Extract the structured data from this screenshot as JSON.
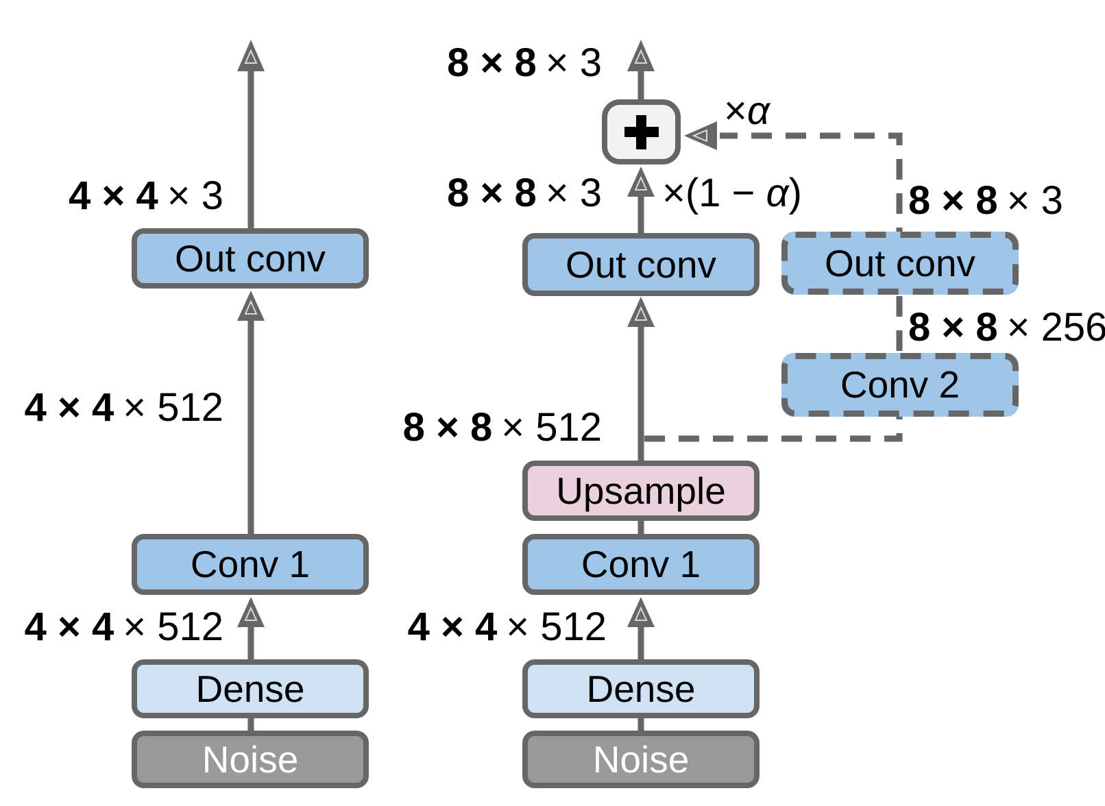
{
  "colors": {
    "box-blue": "#9fc5e8",
    "box-light-blue": "#cfe2f3",
    "box-pink": "#ead1dc",
    "box-gray": "#999999",
    "box-plus-bg": "#f2f2f2",
    "line": "#666666",
    "text": "#000000",
    "noise-text": "#ffffff"
  },
  "stable_network": {
    "output_dims": {
      "bold": "4 × 4",
      "rest": "× 3"
    },
    "out_conv_label": "Out conv",
    "mid_dims": {
      "bold": "4 × 4",
      "rest": "× 512"
    },
    "conv1_label": "Conv 1",
    "in_dims": {
      "bold": "4 × 4",
      "rest": "× 512"
    },
    "dense_label": "Dense",
    "noise_label": "Noise"
  },
  "growing_network": {
    "output_dims": {
      "bold": "8 × 8",
      "rest": "× 3"
    },
    "sum_symbol": "+",
    "alpha_weight": {
      "times": "×",
      "alpha": "α"
    },
    "one_minus_alpha_weight": {
      "prefix": "×(1 − ",
      "alpha": "α",
      "suffix": ")"
    },
    "pre_sum_dims": {
      "bold": "8 × 8",
      "rest": "× 3"
    },
    "out_conv_label": "Out conv",
    "upsample_dims": {
      "bold": "8 × 8",
      "rest": "× 512"
    },
    "upsample_label": "Upsample",
    "conv1_label": "Conv 1",
    "in_dims": {
      "bold": "4 × 4",
      "rest": "× 512"
    },
    "dense_label": "Dense",
    "noise_label": "Noise"
  },
  "fade_in_branch": {
    "out_conv_dims": {
      "bold": "8 × 8",
      "rest": "× 3"
    },
    "out_conv_label": "Out conv",
    "conv2_dims": {
      "bold": "8 × 8",
      "rest": "× 256"
    },
    "conv2_label": "Conv 2"
  }
}
